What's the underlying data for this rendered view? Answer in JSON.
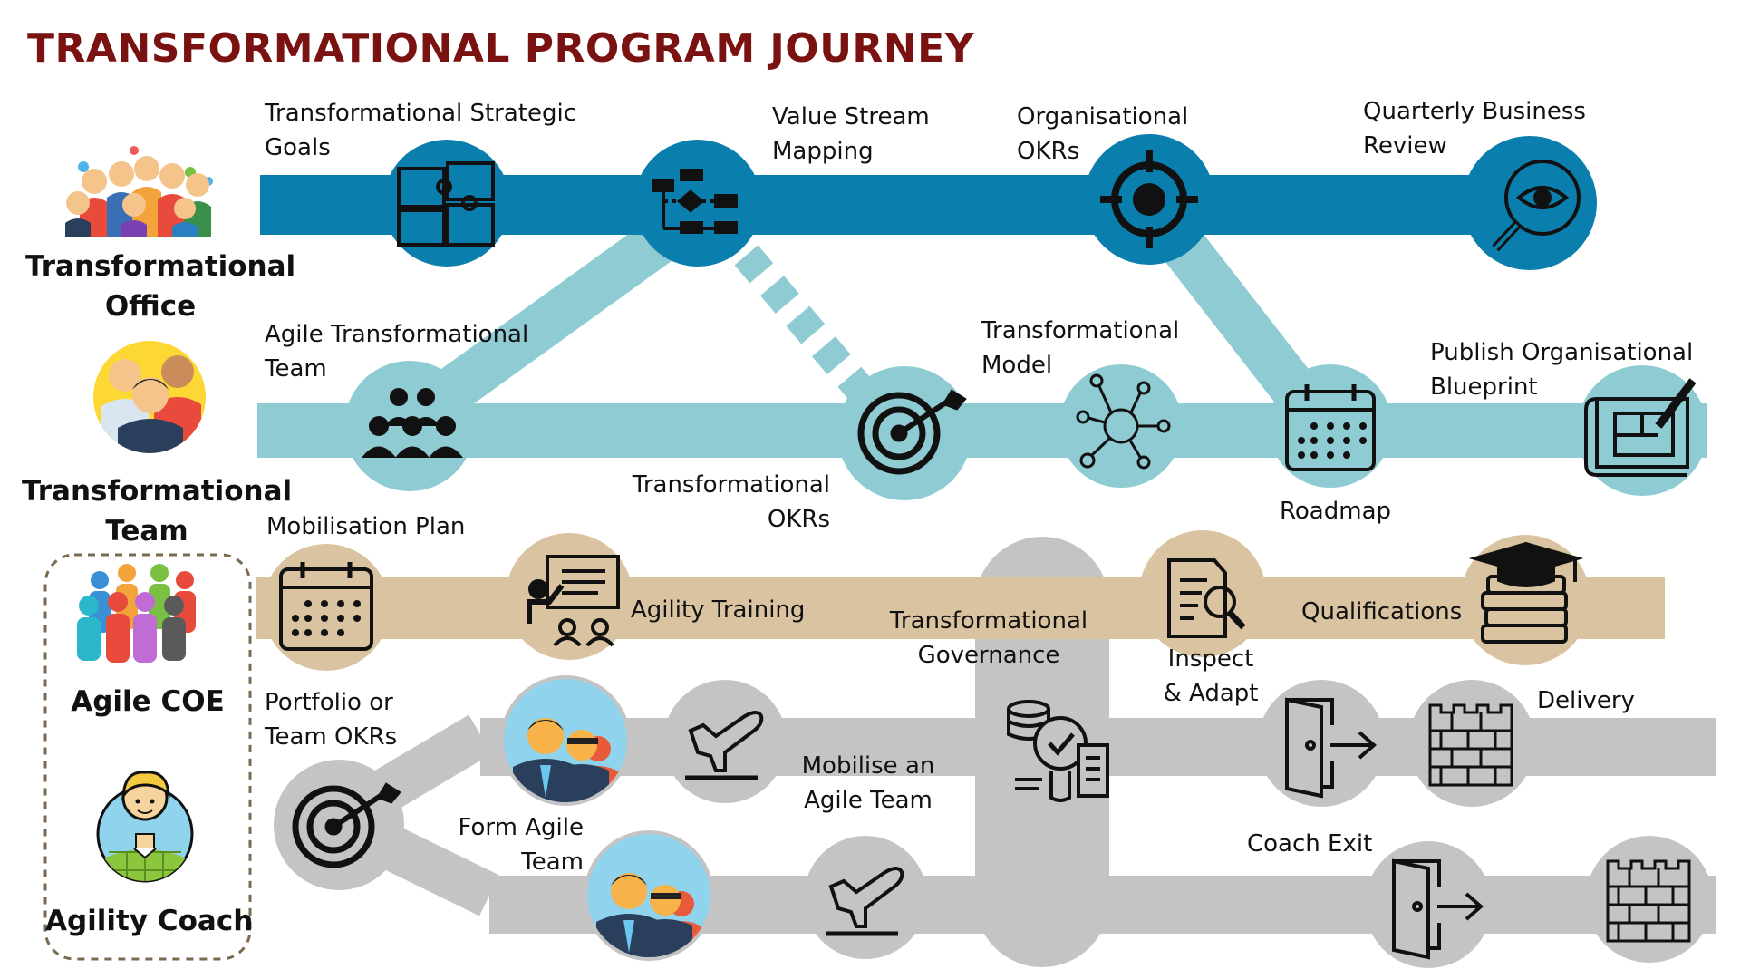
{
  "title": "TRANSFORMATIONAL PROGRAM JOURNEY",
  "colors": {
    "title": "#7b1212",
    "office_track": "#0a7fad",
    "team_track": "#8ecbd3",
    "coe_track": "#d9c3a0",
    "coach_track": "#c4c4c4"
  },
  "roles": {
    "office": [
      "Transformational",
      "Office"
    ],
    "team": [
      "Transformational",
      "Team"
    ],
    "coe": "Agile COE",
    "coach": "Agility Coach"
  },
  "milestones": {
    "strategic_goals": [
      "Transformational Strategic",
      "Goals"
    ],
    "value_stream": [
      "Value Stream",
      "Mapping"
    ],
    "org_okrs": [
      "Organisational",
      "OKRs"
    ],
    "qbr": [
      "Quarterly Business",
      "Review"
    ],
    "agile_team": [
      "Agile Transformational",
      "Team"
    ],
    "trans_model": [
      "Transformational",
      "Model"
    ],
    "blueprint": [
      "Publish Organisational",
      "Blueprint"
    ],
    "trans_okrs": [
      "Transformational",
      "OKRs"
    ],
    "roadmap": "Roadmap",
    "mobilisation": "Mobilisation Plan",
    "agility_training": "Agility Training",
    "governance": [
      "Transformational",
      "Governance"
    ],
    "inspect": [
      "Inspect",
      "& Adapt"
    ],
    "qualifications": "Qualifications",
    "portfolio_okrs": [
      "Portfolio or",
      "Team OKRs"
    ],
    "mobilise_team": [
      "Mobilise an",
      "Agile Team"
    ],
    "form_team": [
      "Form Agile",
      "Team"
    ],
    "delivery": "Delivery",
    "coach_exit": "Coach Exit"
  },
  "icons": {
    "strategic_goals": "puzzle-icon",
    "value_stream": "flowchart-icon",
    "org_okrs": "crosshair-target-icon",
    "qbr": "magnifier-eye-icon",
    "agile_team": "group-icon",
    "trans_okrs": "dart-target-icon",
    "trans_model": "network-hub-icon",
    "roadmap": "calendar-icon",
    "blueprint": "blueprint-icon",
    "mobilisation": "calendar-icon",
    "agility_training": "presentation-icon",
    "inspect": "document-search-icon",
    "qualifications": "books-graduation-icon",
    "governance": "governance-check-icon",
    "portfolio_okrs": "dart-target-icon",
    "form_team": "business-team-icon",
    "mobilise_team": "airplane-takeoff-icon",
    "coach_exit": "exit-door-icon",
    "delivery": "brick-wall-icon"
  }
}
